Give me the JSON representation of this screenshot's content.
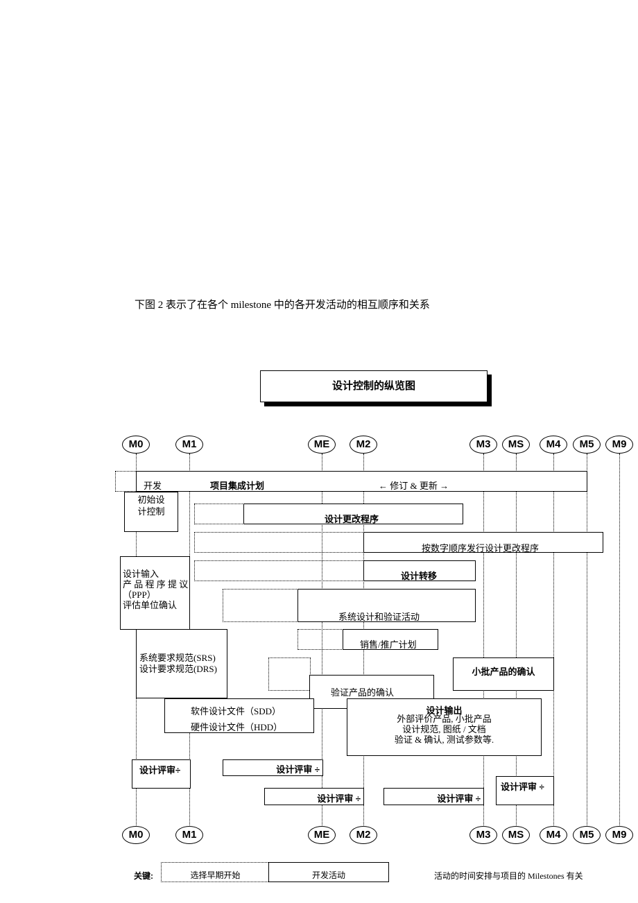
{
  "intro": "下图 2 表示了在各个 milestone 中的各开发活动的相互顺序和关系",
  "title": "设计控制的纵览图",
  "milestones": [
    "M0",
    "M1",
    "ME",
    "M2",
    "M3",
    "MS",
    "M4",
    "M5",
    "M9"
  ],
  "labels": {
    "kaifa": "开发",
    "integration_plan": "项目集成计划",
    "revise_update": "← 修订 & 更新 →",
    "initial_control": "初始设\n计控制",
    "change_procedure": "设计更改程序",
    "digital_order": "按数字顺序发行设计更改程序",
    "design_input": "设计输入\n产 品 程 序 提 议\n（PPP）\n评估单位确认",
    "design_transfer": "设计转移",
    "system_design": "系统设计和验证活动",
    "sales_plan": "销售/推广计划",
    "srs_drs": "系统要求规范(SRS)\n设计要求规范(DRS)",
    "small_batch": "小批产品的确认",
    "verify_product": "验证产品的确认",
    "sdd": "软件设计文件（SDD）",
    "hdd": "硬件设计文件（HDD）",
    "design_output_title": "设计输出",
    "design_output_body": "外部评价产品, 小批产品\n设计规范, 图纸 / 文档\n验证 & 确认, 测试参数等.",
    "review1": "设计评审÷",
    "review2": "设计评审 ÷",
    "review3": "设计评审 ÷",
    "review4": "设计评审 ÷",
    "review5": "设计评审 ÷"
  },
  "legend": {
    "key": "关键:",
    "early": "选择早期开始",
    "activity": "开发活动",
    "note": "活动的时间安排与项目的 Milestones 有关"
  }
}
